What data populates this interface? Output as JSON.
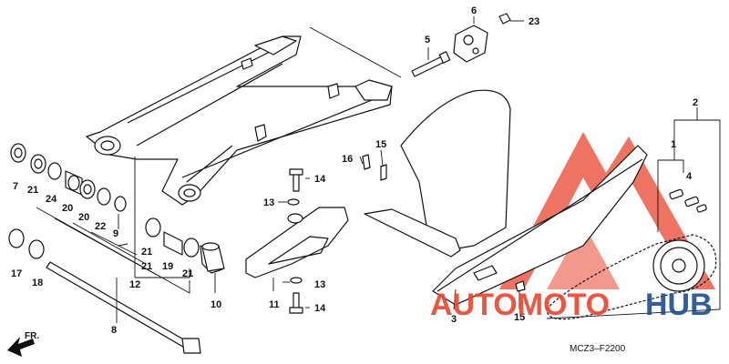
{
  "diagram": {
    "code": "MCZ3–F2200",
    "direction": "FR.",
    "watermark": {
      "part1": "AUTOMOTO",
      "part2": "HUB",
      "color_red": "#e8442e",
      "color_blue": "#1e4d8c"
    },
    "callouts": {
      "c1": "1",
      "c2": "2",
      "c3": "3",
      "c4": "4",
      "c5": "5",
      "c6": "6",
      "c7": "7",
      "c8": "8",
      "c9": "9",
      "c10": "10",
      "c11": "11",
      "c12": "12",
      "c13a": "13",
      "c13b": "13",
      "c14a": "14",
      "c14b": "14",
      "c15a": "15",
      "c15b": "15",
      "c16": "16",
      "c17": "17",
      "c18": "18",
      "c19": "19",
      "c20a": "20",
      "c20b": "20",
      "c21a": "21",
      "c21b": "21",
      "c21c": "21",
      "c21d": "21",
      "c22": "22",
      "c23": "23",
      "c24": "24"
    }
  }
}
